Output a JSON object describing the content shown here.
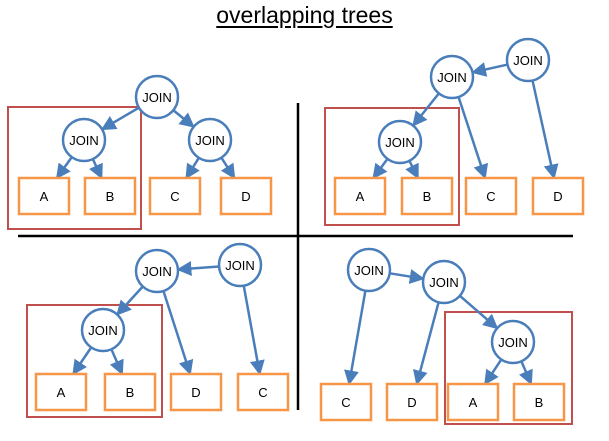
{
  "title": "overlapping trees",
  "colors": {
    "node_stroke": "#4a7ebb",
    "leaf_stroke": "#f79646",
    "frame_stroke": "#c0504d",
    "divider": "#000000"
  },
  "quadrants": [
    {
      "id": "top-left",
      "nodes": [
        {
          "id": "j1",
          "label": "JOIN"
        },
        {
          "id": "j2",
          "label": "JOIN"
        },
        {
          "id": "j3",
          "label": "JOIN"
        }
      ],
      "leaves": [
        {
          "id": "a",
          "label": "A"
        },
        {
          "id": "b",
          "label": "B"
        },
        {
          "id": "c",
          "label": "C"
        },
        {
          "id": "d",
          "label": "D"
        }
      ],
      "edges": [
        [
          "j1",
          "j2"
        ],
        [
          "j1",
          "j3"
        ],
        [
          "j2",
          "a"
        ],
        [
          "j2",
          "b"
        ],
        [
          "j3",
          "c"
        ],
        [
          "j3",
          "d"
        ]
      ],
      "highlighted_subtree": [
        "j2",
        "a",
        "b"
      ]
    },
    {
      "id": "top-right",
      "nodes": [
        {
          "id": "j1",
          "label": "JOIN"
        },
        {
          "id": "j2",
          "label": "JOIN"
        },
        {
          "id": "j3",
          "label": "JOIN"
        }
      ],
      "leaves": [
        {
          "id": "a",
          "label": "A"
        },
        {
          "id": "b",
          "label": "B"
        },
        {
          "id": "c",
          "label": "C"
        },
        {
          "id": "d",
          "label": "D"
        }
      ],
      "edges": [
        [
          "j1",
          "j2"
        ],
        [
          "j1",
          "d"
        ],
        [
          "j2",
          "j3"
        ],
        [
          "j2",
          "c"
        ],
        [
          "j3",
          "a"
        ],
        [
          "j3",
          "b"
        ]
      ],
      "highlighted_subtree": [
        "j3",
        "a",
        "b"
      ]
    },
    {
      "id": "bottom-left",
      "nodes": [
        {
          "id": "j1",
          "label": "JOIN"
        },
        {
          "id": "j2",
          "label": "JOIN"
        },
        {
          "id": "j3",
          "label": "JOIN"
        }
      ],
      "leaves": [
        {
          "id": "a",
          "label": "A"
        },
        {
          "id": "b",
          "label": "B"
        },
        {
          "id": "d",
          "label": "D"
        },
        {
          "id": "c",
          "label": "C"
        }
      ],
      "edges": [
        [
          "j1",
          "j2"
        ],
        [
          "j1",
          "c"
        ],
        [
          "j2",
          "j3"
        ],
        [
          "j2",
          "d"
        ],
        [
          "j3",
          "a"
        ],
        [
          "j3",
          "b"
        ]
      ],
      "highlighted_subtree": [
        "j3",
        "a",
        "b"
      ]
    },
    {
      "id": "bottom-right",
      "nodes": [
        {
          "id": "j1",
          "label": "JOIN"
        },
        {
          "id": "j2",
          "label": "JOIN"
        },
        {
          "id": "j3",
          "label": "JOIN"
        }
      ],
      "leaves": [
        {
          "id": "c",
          "label": "C"
        },
        {
          "id": "d",
          "label": "D"
        },
        {
          "id": "a",
          "label": "A"
        },
        {
          "id": "b",
          "label": "B"
        }
      ],
      "edges": [
        [
          "j1",
          "c"
        ],
        [
          "j1",
          "j2"
        ],
        [
          "j2",
          "d"
        ],
        [
          "j2",
          "j3"
        ],
        [
          "j3",
          "a"
        ],
        [
          "j3",
          "b"
        ]
      ],
      "highlighted_subtree": [
        "j3",
        "a",
        "b"
      ]
    }
  ]
}
